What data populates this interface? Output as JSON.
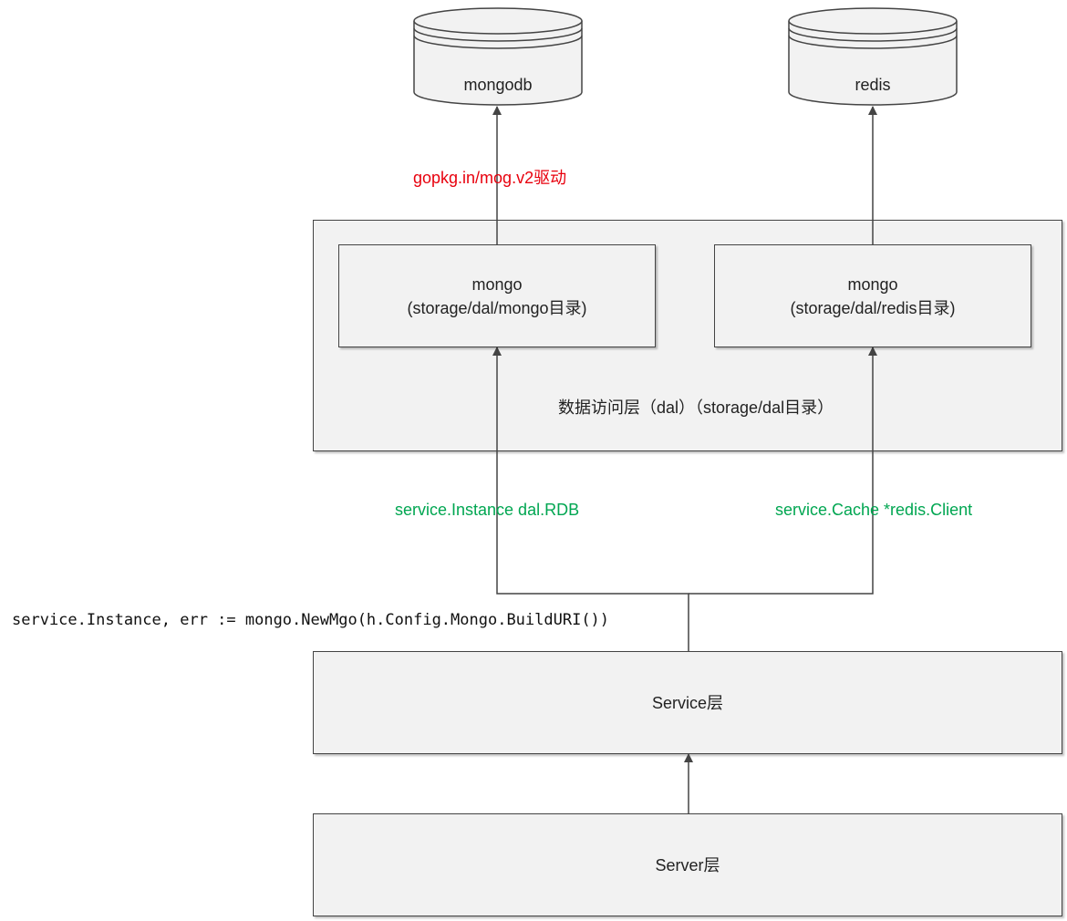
{
  "databases": {
    "mongodb": "mongodb",
    "redis": "redis"
  },
  "driver_label": "gopkg.in/mog.v2驱动",
  "dal_layer": {
    "label": "数据访问层（dal）（storage/dal目录）",
    "mongo_box": {
      "title": "mongo",
      "subtitle": "(storage/dal/mongo目录)"
    },
    "redis_box": {
      "title": "mongo",
      "subtitle": "(storage/dal/redis目录)"
    }
  },
  "edges": {
    "instance_label": "service.Instance dal.RDB",
    "cache_label": "service.Cache *redis.Client"
  },
  "code_line": "service.Instance, err := mongo.NewMgo(h.Config.Mongo.BuildURI())",
  "service_layer": "Service层",
  "server_layer": "Server层",
  "colors": {
    "driver_label": "#e8000d",
    "edge_labels": "#00a651",
    "box_fill": "#f2f2f2",
    "box_border": "#444444"
  }
}
